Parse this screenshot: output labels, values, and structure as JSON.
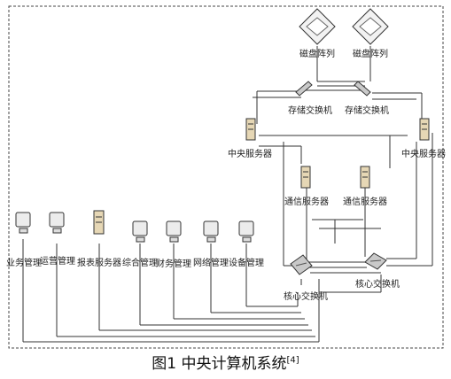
{
  "nodes": {
    "disk_array_1": "磁盘阵列",
    "disk_array_2": "磁盘阵列",
    "storage_switch_1": "存储交换机",
    "storage_switch_2": "存储交换机",
    "central_server_left": "中央服务器",
    "central_server_right": "中央服务器",
    "comm_server_1": "通信服务器",
    "comm_server_2": "通信服务器",
    "terminals": [
      "业务管理",
      "运营管理",
      "报表服务器",
      "综合管理",
      "财务管理",
      "网络管理",
      "设备管理"
    ],
    "core_switch_1": "核心交换机",
    "core_switch_2": "核心交换机"
  },
  "caption": {
    "text": "图1  中央计算机系统",
    "ref": "[4]"
  }
}
